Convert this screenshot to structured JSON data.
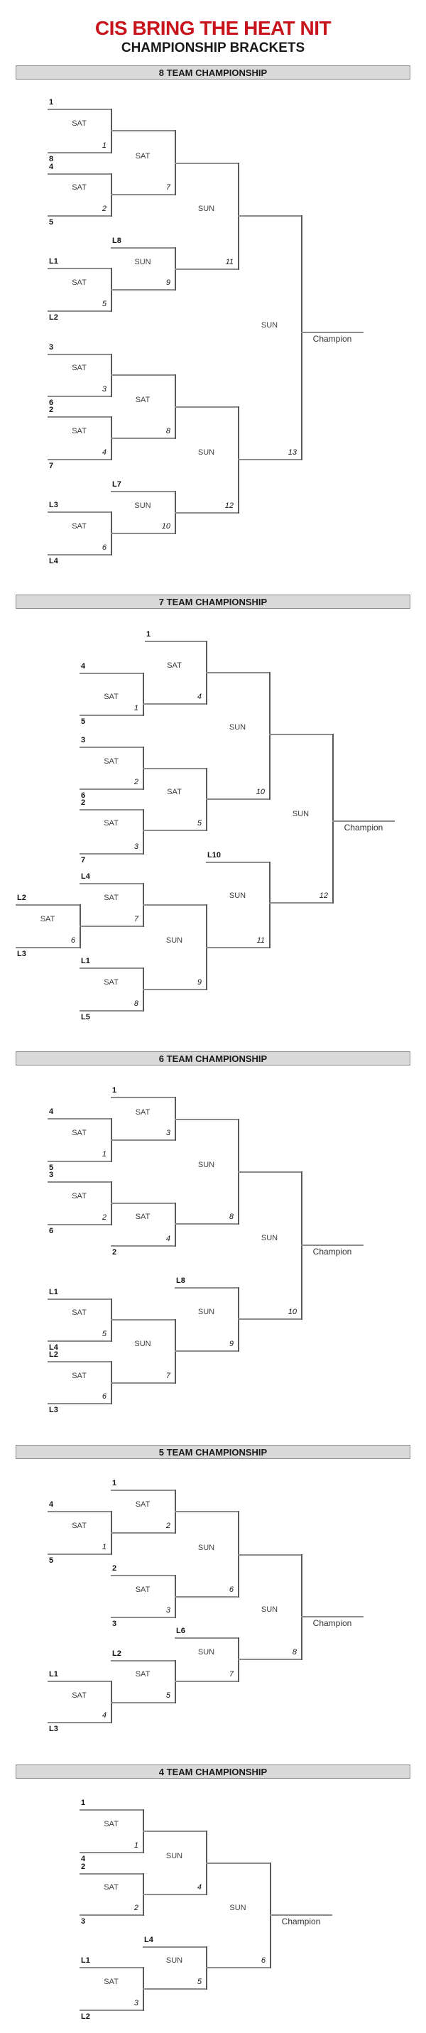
{
  "page": {
    "title": "CIS BRING THE HEAT NIT",
    "subtitle": "CHAMPIONSHIP BRACKETS"
  },
  "colors": {
    "accent_red": "#C8141C",
    "bar_fill": "#D9D9D9",
    "bar_border": "#8C8C8C",
    "line_color": "#8C8C8C",
    "connector_color": "#595959",
    "text_dark": "#1a1a1a"
  },
  "brackets": [
    {
      "title": "8 TEAM CHAMPIONSHIP",
      "champion_label": "Champion",
      "entries": [
        {
          "label": "1"
        },
        {
          "label": "8"
        },
        {
          "label": "4"
        },
        {
          "label": "5"
        },
        {
          "label": "L8"
        },
        {
          "label": "L1"
        },
        {
          "label": "L2"
        },
        {
          "label": "3"
        },
        {
          "label": "6"
        },
        {
          "label": "2"
        },
        {
          "label": "7"
        },
        {
          "label": "L7"
        },
        {
          "label": "L3"
        },
        {
          "label": "L4"
        }
      ],
      "games": [
        {
          "day": "SAT",
          "num": "1"
        },
        {
          "day": "SAT",
          "num": "2"
        },
        {
          "day": "SAT",
          "num": "3"
        },
        {
          "day": "SAT",
          "num": "4"
        },
        {
          "day": "SAT",
          "num": "5"
        },
        {
          "day": "SAT",
          "num": "6"
        },
        {
          "day": "SAT",
          "num": "7"
        },
        {
          "day": "SAT",
          "num": "8"
        },
        {
          "day": "SUN",
          "num": "9"
        },
        {
          "day": "SUN",
          "num": "10"
        },
        {
          "day": "SUN",
          "num": "11"
        },
        {
          "day": "SUN",
          "num": "12"
        },
        {
          "day": "SUN",
          "num": "13"
        }
      ]
    },
    {
      "title": "7 TEAM CHAMPIONSHIP",
      "champion_label": "Champion",
      "entries": [
        {
          "label": "1"
        },
        {
          "label": "4"
        },
        {
          "label": "5"
        },
        {
          "label": "3"
        },
        {
          "label": "6"
        },
        {
          "label": "2"
        },
        {
          "label": "7"
        },
        {
          "label": "L10"
        },
        {
          "label": "L4"
        },
        {
          "label": "L2"
        },
        {
          "label": "L3"
        },
        {
          "label": "L1"
        },
        {
          "label": "L5"
        }
      ],
      "games": [
        {
          "day": "SAT",
          "num": "1"
        },
        {
          "day": "SAT",
          "num": "2"
        },
        {
          "day": "SAT",
          "num": "3"
        },
        {
          "day": "SAT",
          "num": "4"
        },
        {
          "day": "SAT",
          "num": "5"
        },
        {
          "day": "SAT",
          "num": "6"
        },
        {
          "day": "SAT",
          "num": "7"
        },
        {
          "day": "SAT",
          "num": "8"
        },
        {
          "day": "SUN",
          "num": "9"
        },
        {
          "day": "SUN",
          "num": "10"
        },
        {
          "day": "SUN",
          "num": "11"
        },
        {
          "day": "SUN",
          "num": "12"
        }
      ]
    },
    {
      "title": "6 TEAM CHAMPIONSHIP",
      "champion_label": "Champion",
      "entries": [
        {
          "label": "1"
        },
        {
          "label": "4"
        },
        {
          "label": "5"
        },
        {
          "label": "3"
        },
        {
          "label": "6"
        },
        {
          "label": "2"
        },
        {
          "label": "L8"
        },
        {
          "label": "L1"
        },
        {
          "label": "L4"
        },
        {
          "label": "L2"
        },
        {
          "label": "L3"
        }
      ],
      "games": [
        {
          "day": "SAT",
          "num": "1"
        },
        {
          "day": "SAT",
          "num": "2"
        },
        {
          "day": "SAT",
          "num": "3"
        },
        {
          "day": "SAT",
          "num": "4"
        },
        {
          "day": "SAT",
          "num": "5"
        },
        {
          "day": "SAT",
          "num": "6"
        },
        {
          "day": "SUN",
          "num": "7"
        },
        {
          "day": "SUN",
          "num": "8"
        },
        {
          "day": "SUN",
          "num": "9"
        },
        {
          "day": "SUN",
          "num": "10"
        }
      ]
    },
    {
      "title": "5 TEAM CHAMPIONSHIP",
      "champion_label": "Champion",
      "entries": [
        {
          "label": "1"
        },
        {
          "label": "4"
        },
        {
          "label": "5"
        },
        {
          "label": "2"
        },
        {
          "label": "3"
        },
        {
          "label": "L6"
        },
        {
          "label": "L2"
        },
        {
          "label": "L1"
        },
        {
          "label": "L3"
        }
      ],
      "games": [
        {
          "day": "SAT",
          "num": "1"
        },
        {
          "day": "SAT",
          "num": "2"
        },
        {
          "day": "SAT",
          "num": "3"
        },
        {
          "day": "SAT",
          "num": "4"
        },
        {
          "day": "SAT",
          "num": "5"
        },
        {
          "day": "SUN",
          "num": "6"
        },
        {
          "day": "SUN",
          "num": "7"
        },
        {
          "day": "SUN",
          "num": "8"
        }
      ]
    },
    {
      "title": "4 TEAM CHAMPIONSHIP",
      "champion_label": "Champion",
      "entries": [
        {
          "label": "1"
        },
        {
          "label": "4"
        },
        {
          "label": "2"
        },
        {
          "label": "3"
        },
        {
          "label": "L4"
        },
        {
          "label": "L1"
        },
        {
          "label": "L2"
        }
      ],
      "games": [
        {
          "day": "SAT",
          "num": "1"
        },
        {
          "day": "SAT",
          "num": "2"
        },
        {
          "day": "SAT",
          "num": "3"
        },
        {
          "day": "SUN",
          "num": "4"
        },
        {
          "day": "SUN",
          "num": "5"
        },
        {
          "day": "SUN",
          "num": "6"
        }
      ]
    }
  ]
}
